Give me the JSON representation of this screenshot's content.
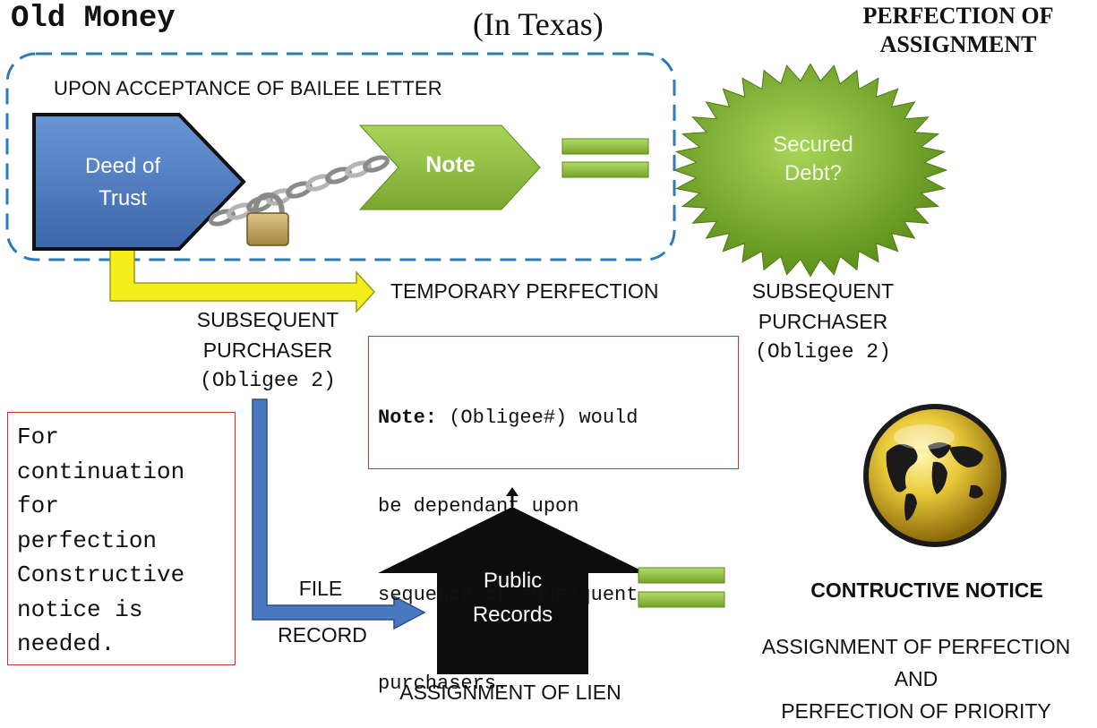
{
  "header": {
    "title": "Old Money",
    "subtitle": "(In Texas)",
    "corner_title_line1": "PERFECTION OF",
    "corner_title_line2": "ASSIGNMENT"
  },
  "bailee_group": {
    "label": "UPON ACCEPTANCE OF BAILEE LETTER"
  },
  "shapes": {
    "deed_line1": "Deed of",
    "deed_line2": "Trust",
    "note": "Note",
    "secured_line1": "Secured",
    "secured_line2": "Debt?",
    "public_line1": "Public",
    "public_line2": "Records"
  },
  "labels": {
    "temporary_perfection": "TEMPORARY PERFECTION",
    "left_sub_line1": "SUBSEQUENT",
    "left_sub_line2": "PURCHASER",
    "left_sub_line3": "(Obligee 2)",
    "right_sub_line1": "SUBSEQUENT",
    "right_sub_line2": "PURCHASER",
    "right_sub_line3": "(Obligee 2)",
    "file": "FILE",
    "record": "RECORD",
    "assignment_of_lien": "ASSIGNMENT OF LIEN",
    "constructive_notice": "CONTRUCTIVE NOTICE",
    "assign_perf_line1": "ASSIGNMENT OF PERFECTION",
    "assign_perf_line2": "AND",
    "assign_perf_line3": "PERFECTION OF PRIORITY"
  },
  "note_box": {
    "bold": "Note:",
    "line1_rest": " (Obligee#) would",
    "line2": "be dependant upon",
    "line3": "sequence of subsequent",
    "line4": "purchasers."
  },
  "continuation_box": {
    "line1": "For",
    "line2": "continuation",
    "line3": "for",
    "line4": "perfection",
    "line5": "Constructive",
    "line6": "notice is",
    "line7": "needed."
  },
  "colors": {
    "deed_blue": "#4a78c0",
    "note_green": "#8fc13e",
    "seal_green": "#6a9a1f",
    "yellow_arrow": "#f5ee1c",
    "blue_arrow": "#4a78c0",
    "dashed_border": "#2b7bb9",
    "red_border": "#c0392b",
    "globe_gold": "#d8b52a"
  },
  "icons": [
    "chain-icon",
    "padlock-icon",
    "globe-icon",
    "equals-icon"
  ]
}
